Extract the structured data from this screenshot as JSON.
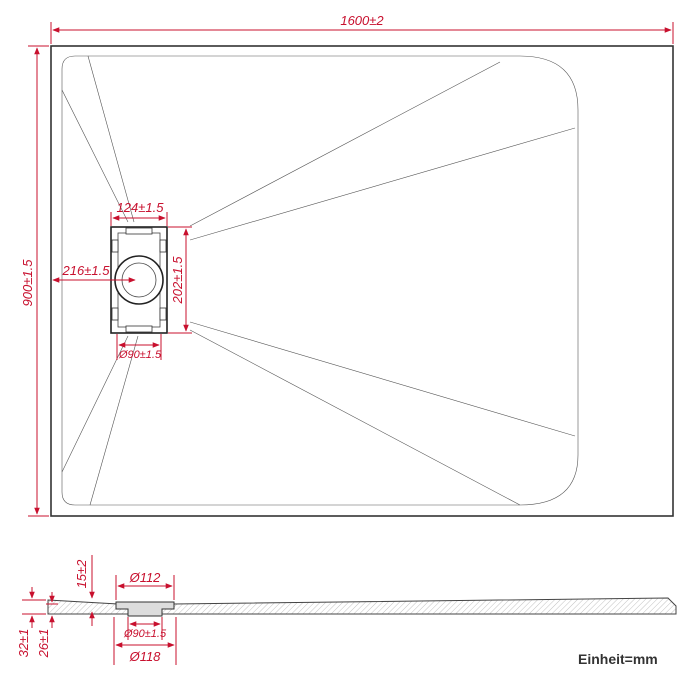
{
  "dimensions": {
    "length": "1600±2",
    "width": "900±1.5",
    "drain_box_width": "124±1.5",
    "drain_box_height": "202±1.5",
    "drain_offset": "216±1.5",
    "drain_hole_top": "Ø90±1.5",
    "top_lip": "15±2",
    "flange_diameter": "Ø112",
    "bottom_hole": "Ø90±1.5",
    "bottom_diameter": "Ø118",
    "total_height": "32±1",
    "body_height": "26±1"
  },
  "unit_label": "Einheit=mm",
  "colors": {
    "dimension": "#c8102e",
    "outline": "#333333"
  }
}
